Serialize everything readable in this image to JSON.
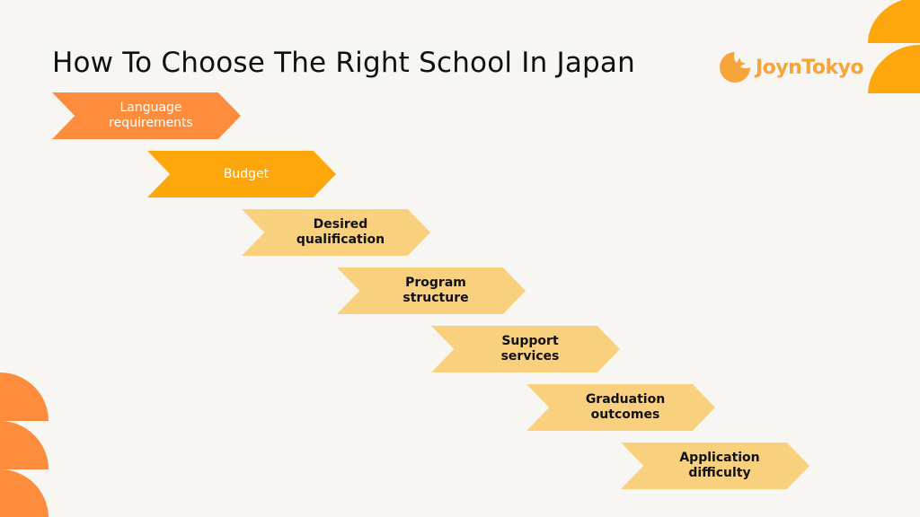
{
  "header": {
    "title": "How To Choose The Right School In Japan",
    "logo_text": "JoynTokyo"
  },
  "colors": {
    "background": "#f8f6f3",
    "orange": "#fd8d3c",
    "amber": "#fea70d",
    "light": "#f9d17e",
    "logo": "#f7a53a",
    "title_text": "#111111"
  },
  "steps": [
    {
      "label": "Language\nrequirements",
      "line1": "Language",
      "line2": "requirements"
    },
    {
      "label": "Budget",
      "line1": "Budget",
      "line2": ""
    },
    {
      "label": "Desired qualification",
      "line1": "Desired",
      "line2": "qualification"
    },
    {
      "label": "Program structure",
      "line1": "Program",
      "line2": "structure"
    },
    {
      "label": "Support services",
      "line1": "Support",
      "line2": "services"
    },
    {
      "label": "Graduation outcomes",
      "line1": "Graduation",
      "line2": "outcomes"
    },
    {
      "label": "Application difficulty",
      "line1": "Application",
      "line2": "difficulty"
    }
  ]
}
